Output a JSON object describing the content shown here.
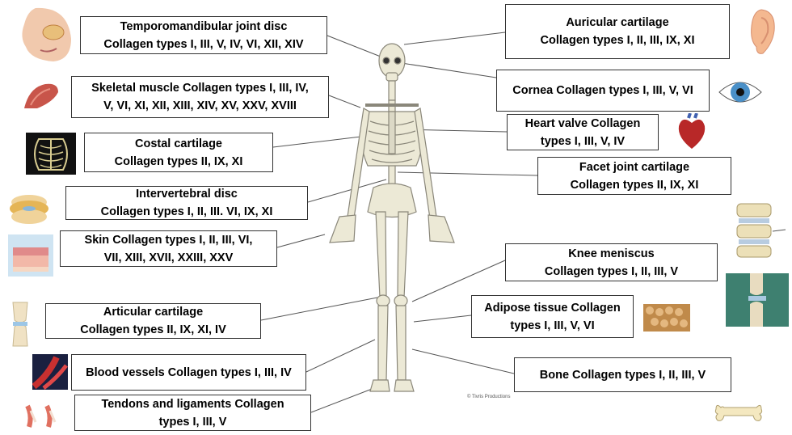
{
  "labels": [
    {
      "id": "tmj",
      "line1": "Temporomandibular joint disc",
      "line2": "Collagen types I, III, V, IV, VI, XII, XIV"
    },
    {
      "id": "skeletal",
      "line1": "Skeletal muscle Collagen types I, III, IV,",
      "line2": "V, VI, XI, XII, XIII, XIV, XV, XXV, XVIII"
    },
    {
      "id": "costal",
      "line1": "Costal cartilage",
      "line2": "Collagen types II, IX, XI"
    },
    {
      "id": "ivd",
      "line1": "Intervertebral disc",
      "line2": "Collagen types I, II, III. VI, IX, XI"
    },
    {
      "id": "skin",
      "line1": "Skin Collagen types I, II, III, VI,",
      "line2": "VII, XIII, XVII, XXIII, XXV"
    },
    {
      "id": "articular",
      "line1": "Articular cartilage",
      "line2": "Collagen types II, IX, XI, IV"
    },
    {
      "id": "blood",
      "line1": "Blood vessels Collagen types I, III, IV",
      "line2": ""
    },
    {
      "id": "tendons",
      "line1": "Tendons and ligaments Collagen",
      "line2": "types I, III, V"
    },
    {
      "id": "auricular",
      "line1": "Auricular cartilage",
      "line2": "Collagen types I, II, III, IX, XI"
    },
    {
      "id": "cornea",
      "line1": "Cornea Collagen types I, III, V, VI",
      "line2": ""
    },
    {
      "id": "heart",
      "line1": "Heart valve Collagen",
      "line2": "types I, III, V, IV"
    },
    {
      "id": "facet",
      "line1": "Facet joint cartilage",
      "line2": "Collagen types II, IX, XI"
    },
    {
      "id": "knee",
      "line1": "Knee meniscus",
      "line2": "Collagen types I, II, III, V"
    },
    {
      "id": "adipose",
      "line1": "Adipose tissue Collagen",
      "line2": "types I, III, V, VI"
    },
    {
      "id": "bone",
      "line1": "Bone Collagen types I, II, III, V",
      "line2": ""
    }
  ],
  "copyright": "© Tivris Productions",
  "colors": {
    "bone": "#ece9d6",
    "bone_stroke": "#8a877a",
    "line": "#555555",
    "border": "#333333"
  }
}
